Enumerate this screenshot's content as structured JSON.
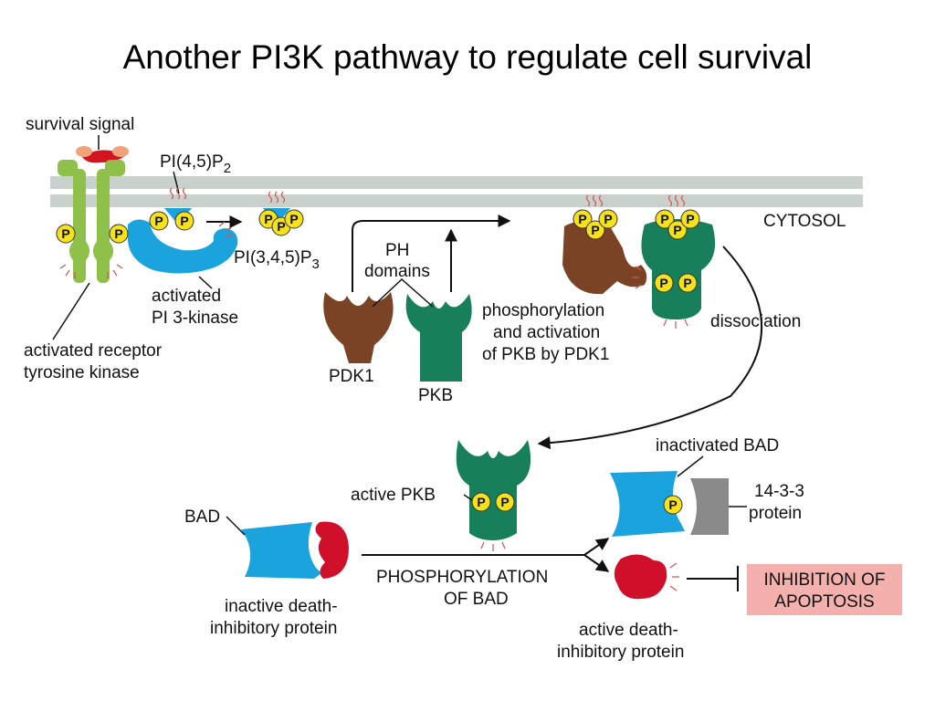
{
  "title": "Another PI3K pathway to regulate cell survival",
  "colors": {
    "membrane": "#c8d1cc",
    "receptor": "#8ec04a",
    "ligand": "#d2141e",
    "kinase": "#1aa3dc",
    "pdk1": "#7b4325",
    "pkb": "#17805a",
    "phosphate": "#f7e21a",
    "death_protein": "#d0102a",
    "protein_1433": "#8a8a8a",
    "apoptosis_box": "#f4b0ac"
  },
  "phosphate_symbol": "P",
  "labels": {
    "survival_signal": "survival signal",
    "pi45p2_main": "PI(4,5)P",
    "pi45p2_sub": "2",
    "pi345p3_main": "PI(3,4,5)P",
    "pi345p3_sub": "3",
    "cytosol": "CYTOSOL",
    "activated_pi3k": [
      "activated",
      "PI 3-kinase"
    ],
    "receptor": [
      "activated receptor",
      "tyrosine kinase"
    ],
    "ph_domains": [
      "PH",
      "domains"
    ],
    "pdk1": "PDK1",
    "pkb": "PKB",
    "phosphorylation_activation": [
      "phosphorylation",
      "and activation",
      "of PKB by PDK1"
    ],
    "dissociation": "dissociation",
    "active_pkb": "active PKB",
    "inactivated_bad": "inactivated BAD",
    "protein_1433": [
      "14-3-3",
      "protein"
    ],
    "bad": "BAD",
    "inactive_death_inhibitory": [
      "inactive death-",
      "inhibitory protein"
    ],
    "phosphorylation_of_bad": [
      "PHOSPHORYLATION",
      "OF BAD"
    ],
    "active_death_inhibitory": [
      "active death-",
      "inhibitory protein"
    ],
    "inhibition_of_apoptosis": [
      "INHIBITION OF",
      "APOPTOSIS"
    ]
  }
}
